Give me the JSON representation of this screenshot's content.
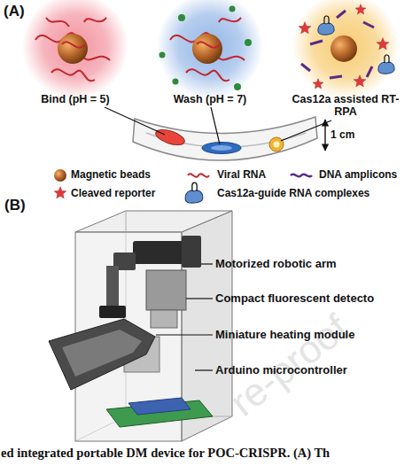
{
  "diagram": {
    "caption": "ed integrated portable DM device for POC-CRISPR. (A) Th",
    "nodes": [
      {
        "text": [
          "Bind (pH = 5)"
        ]
      },
      {
        "text": [
          "Wash (pH = 7)"
        ]
      },
      {
        "text": [
          "Cas12a assisted RT-RPA"
        ]
      }
    ],
    "labels": [
      "(A)",
      "1 cm",
      "(B)",
      "Motorized robotic arm",
      "Compact fluorescent detecto",
      "Miniature heating module",
      "Arduino microcontroller",
      "re-proof"
    ],
    "legend": [
      {
        "text": "Magnetic beads"
      },
      {
        "text": "Viral RNA"
      },
      {
        "text": "DNA amplicons"
      },
      {
        "text": "Cleaved reporter"
      },
      {
        "text": "Cas12a-guide RNA complexes"
      }
    ]
  }
}
